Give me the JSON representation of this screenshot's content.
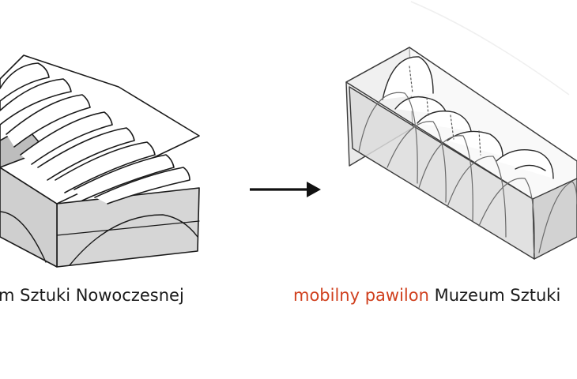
{
  "captions": {
    "left": "m Sztuki Nowoczesnej",
    "right_highlight": "mobilny pawilon",
    "right_rest": " Muzeum Sztuki"
  },
  "colors": {
    "accent": "#d0401e",
    "ink": "#1a1a1a",
    "shade": "#d8d8d8",
    "shade_dark": "#c8c8c8"
  },
  "icons": {
    "arrow": "arrow-right-icon"
  }
}
